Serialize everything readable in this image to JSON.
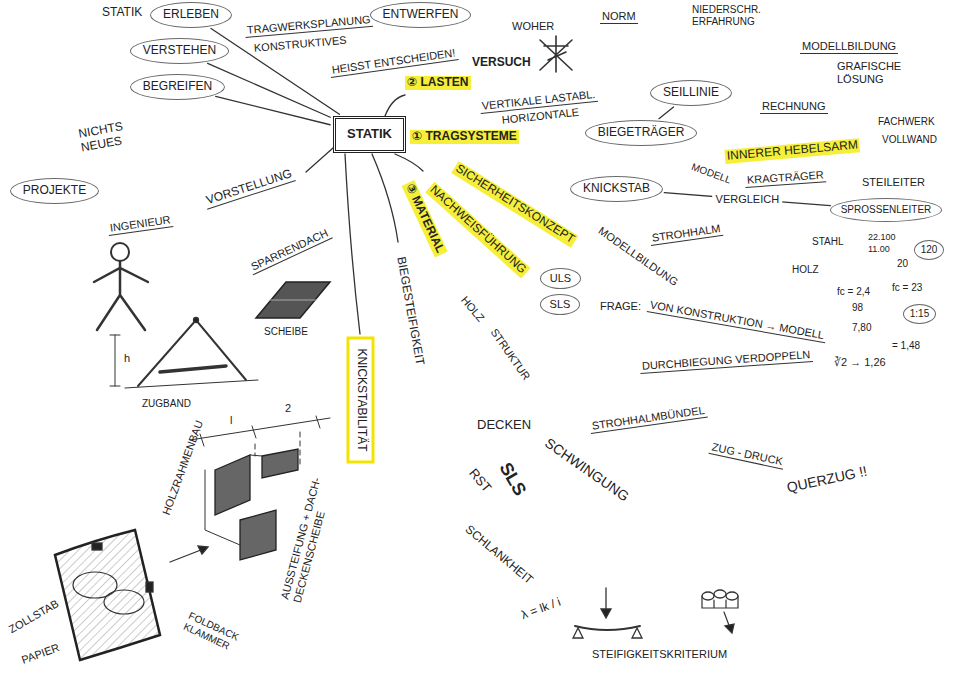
{
  "diagram": {
    "nodes": [
      {
        "text": [
          "ERLEBEN"
        ]
      },
      {
        "text": [
          "ENTWERFEN"
        ]
      },
      {
        "text": [
          "VERSTEHEN"
        ]
      },
      {
        "text": [
          "BEGREIFEN"
        ]
      },
      {
        "text": [
          "SEILLINIE"
        ]
      },
      {
        "text": [
          "STATIK"
        ]
      },
      {
        "text": [
          "BIEGETRÄGER"
        ]
      },
      {
        "text": [
          "KNICKSTAB"
        ]
      },
      {
        "text": [
          "PROJEKTE"
        ]
      },
      {
        "text": [
          "SPROSSENLEITER"
        ]
      },
      {
        "text": [
          "120"
        ]
      },
      {
        "text": [
          "ULS"
        ]
      },
      {
        "text": [
          "SLS"
        ]
      },
      {
        "text": [
          "1:15"
        ]
      },
      {
        "text": [
          "KNICKSTABILITÄT"
        ]
      }
    ],
    "edges": [
      {
        "from": 5,
        "to": 0,
        "arrow": "none"
      },
      {
        "from": 5,
        "to": 2,
        "arrow": "none"
      },
      {
        "from": 5,
        "to": 3,
        "arrow": "none"
      },
      {
        "from": 6,
        "to": 4,
        "arrow": "none"
      },
      {
        "from": 7,
        "to": 9,
        "label": "VERGLEICH",
        "arrow": "none"
      }
    ],
    "labels": [
      "STATIK",
      "NICHTS NEUES",
      "INGENIEUR",
      "VORSTELLUNG",
      "TRAGWERKSPLANUNG",
      "KONSTRUKTIVES",
      "HEISST ENTSCHEIDEN!",
      "WOHER",
      "NORM",
      "NIEDERSCHR. ERFAHRUNG",
      "VERSUCH",
      "MODELLBILDUNG",
      "GRAFISCHE LÖSUNG",
      "RECHNUNG",
      "FACHWERK",
      "VOLLWAND",
      "② LASTEN",
      "VERTIKALE LASTABL.",
      "HORIZONTALE",
      "① TRAGSYSTEME",
      "INNERER HEBELSARM",
      "MODELL",
      "KRAGTRÄGER",
      "STEILEITER",
      "STROHHALM",
      "STAHL",
      "22.100",
      "11.00",
      "20",
      "HOLZ",
      "fc = 2,4",
      "98",
      "fc = 23",
      "7,80",
      "= 1,48",
      "③ MATERIAL",
      "SICHERHEITSKONZEPT",
      "NACHWEISFÜHRUNG",
      "MODELLBILDUNG",
      "FRAGE:",
      "VON KONSTRUKTION → MODELL",
      "BIEGESTEIFIGKEIT",
      "HOLZ",
      "STRUKTUR",
      "DURCHBIEGUNG VERDOPPELN",
      "∛2 → 1,26",
      "STROHHALMBÜNDEL",
      "ZUG - DRUCK",
      "QUERZUG !!",
      "DECKEN",
      "SCHWINGUNG",
      "RST",
      "SLS",
      "SCHLANKHEIT",
      "λ = lk / i",
      "STEIFIGKEITSKRITERIUM",
      "AUSSTEIFUNG + DACH- DECKENSCHEIBE",
      "SPARRENDACH",
      "SCHEIBE",
      "ZUGBAND",
      "h",
      "l",
      "2",
      "HOLZRAHMENBAU",
      "ZOLLSTAB",
      "PAPIER",
      "FOLDBACK KLAMMER"
    ]
  }
}
